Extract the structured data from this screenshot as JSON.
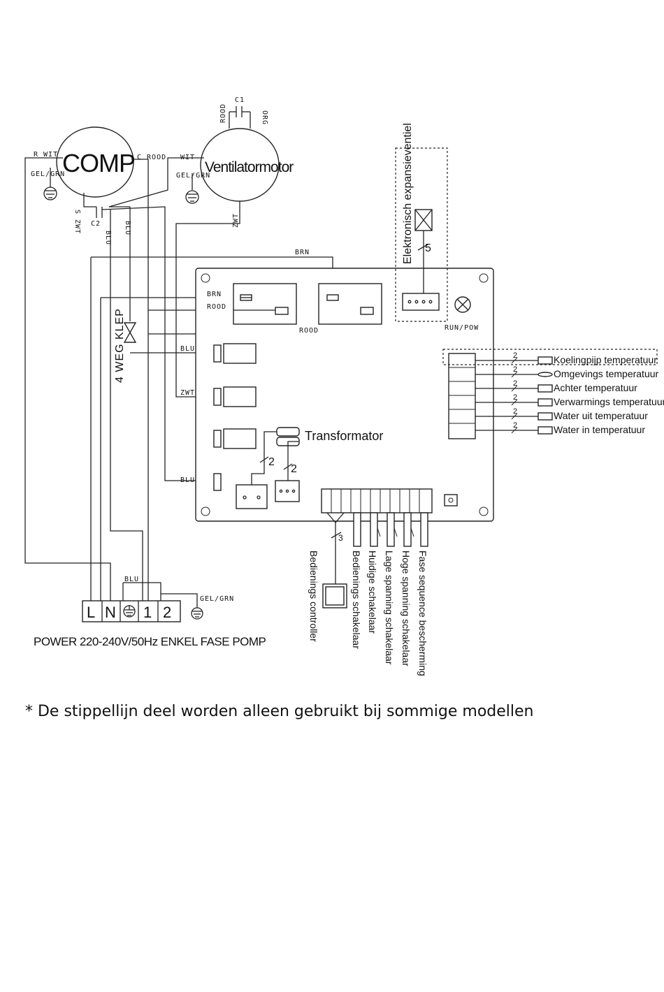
{
  "components": {
    "compressor": "COMP",
    "fan_motor": "Ventilatormotor",
    "four_way_valve": "4 WEG KLEP",
    "transformer": "Transformator",
    "expansion_valve": "Elektronisch expansieventiel",
    "run_indicator": "RUN/POW",
    "capacitor_c1": "C1",
    "capacitor_c2": "C2"
  },
  "wire_labels": {
    "r_wit": "R WIT",
    "c_rood": "C ROOD",
    "wit": "WIT",
    "gel_grn": "GEL/GRN",
    "s_zwt": "S ZWT",
    "rood": "ROOD",
    "org": "ORG",
    "zwt": "ZWT",
    "blu": "BLU",
    "brn": "BRN"
  },
  "wire_counts": {
    "two": "2",
    "three": "3",
    "five": "5"
  },
  "terminals": [
    "L",
    "N",
    "1",
    "2"
  ],
  "sensors": [
    "Koelingpijp temperatuur",
    "Omgevings temperatuur",
    "Achter temperatuur",
    "Verwarmings temperatuur",
    "Water uit temperatuur",
    "Water in temperatuur"
  ],
  "bottom_connections": [
    "Bedienings controller",
    "Bedienings schakelaar",
    "Huidige schakelaar",
    "Lage spanning schakelaar",
    "Hoge spanning schakelaar",
    "Fase sequence bescherming"
  ],
  "power_label": "POWER 220-240V/50Hz  ENKEL FASE POMP",
  "footnote": "* De stippellijn deel worden alleen gebruikt bij sommige modellen"
}
